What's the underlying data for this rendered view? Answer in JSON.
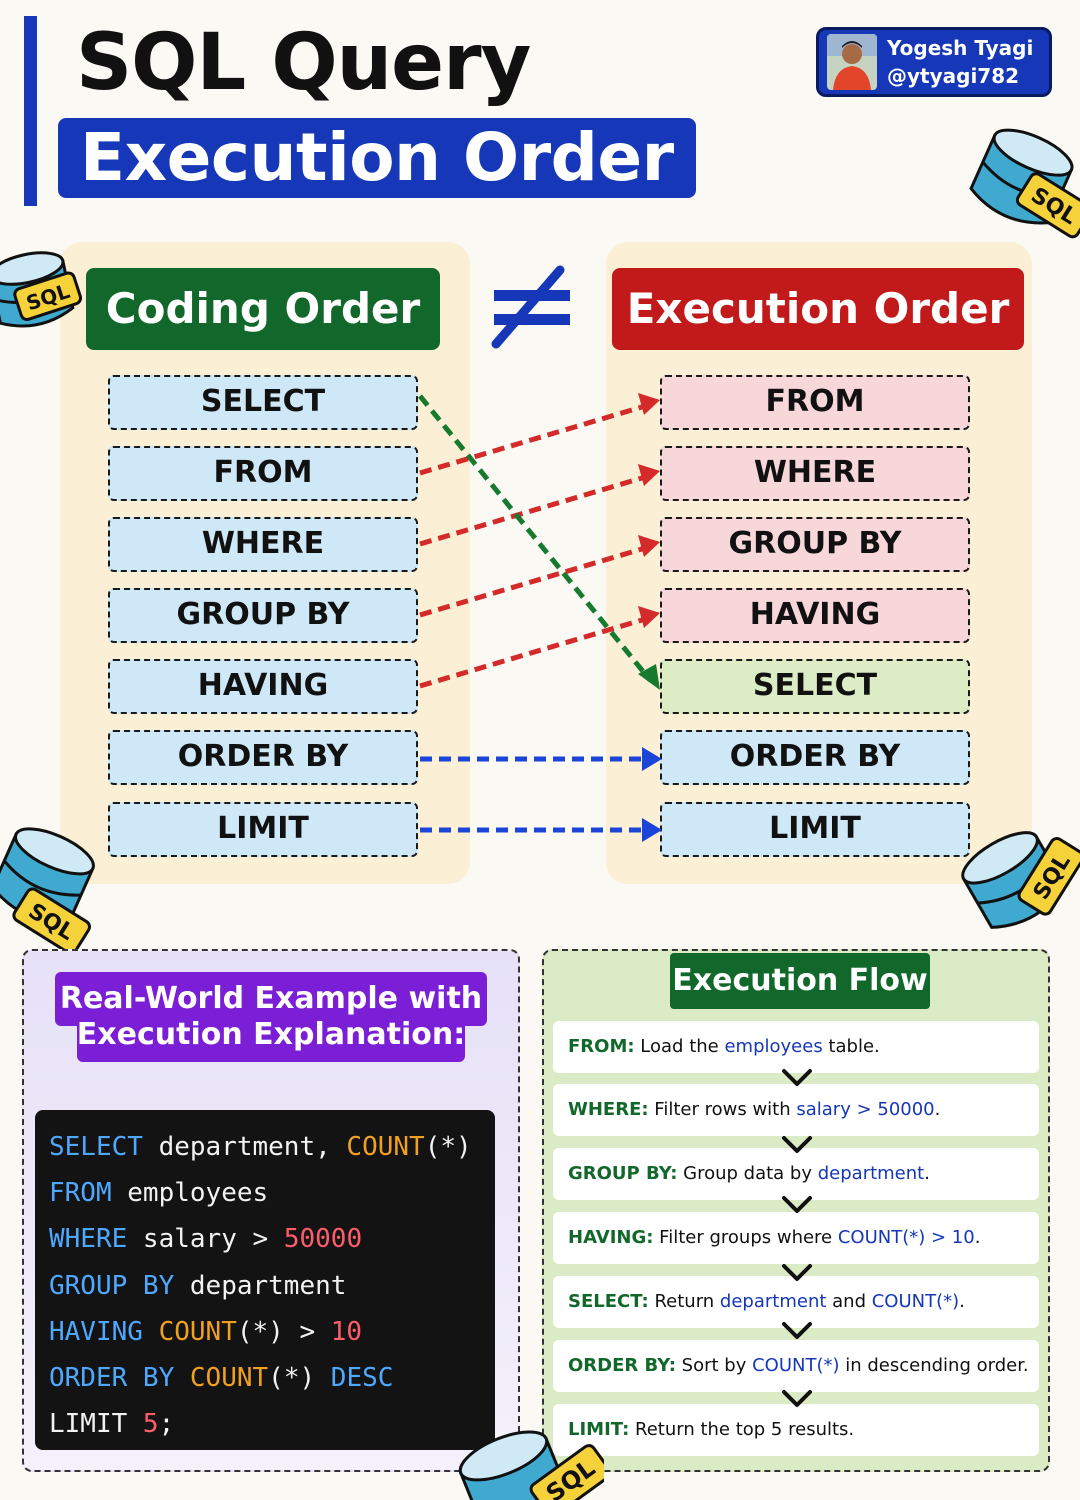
{
  "header": {
    "title_line1": "SQL Query",
    "title_line2": "Execution Order",
    "author_name": "Yogesh Tyagi",
    "author_handle": "@ytyagi782"
  },
  "coding_order": {
    "label": "Coding Order",
    "items": [
      "SELECT",
      "FROM",
      "WHERE",
      "GROUP BY",
      "HAVING",
      "ORDER BY",
      "LIMIT"
    ]
  },
  "execution_order": {
    "label": "Execution Order",
    "items": [
      "FROM",
      "WHERE",
      "GROUP BY",
      "HAVING",
      "SELECT",
      "ORDER BY",
      "LIMIT"
    ]
  },
  "not_equal_symbol": "≠",
  "sql_icon_label": "SQL",
  "example": {
    "title_line1": "Real-World Example with",
    "title_line2": "Execution Explanation:",
    "code_lines": [
      [
        {
          "t": "SELECT",
          "c": "kw"
        },
        {
          "t": " department, ",
          "c": "txt"
        },
        {
          "t": "COUNT",
          "c": "fn"
        },
        {
          "t": "(*)",
          "c": "txt"
        }
      ],
      [
        {
          "t": "FROM",
          "c": "kw"
        },
        {
          "t": " employees",
          "c": "txt"
        }
      ],
      [
        {
          "t": "WHERE",
          "c": "kw"
        },
        {
          "t": " salary > ",
          "c": "txt"
        },
        {
          "t": "50000",
          "c": "num"
        }
      ],
      [
        {
          "t": "GROUP BY",
          "c": "kw"
        },
        {
          "t": " department",
          "c": "txt"
        }
      ],
      [
        {
          "t": "HAVING",
          "c": "kw"
        },
        {
          "t": " ",
          "c": "txt"
        },
        {
          "t": "COUNT",
          "c": "fn"
        },
        {
          "t": "(*) > ",
          "c": "txt"
        },
        {
          "t": "10",
          "c": "num"
        }
      ],
      [
        {
          "t": "ORDER BY",
          "c": "kw"
        },
        {
          "t": " ",
          "c": "txt"
        },
        {
          "t": "COUNT",
          "c": "fn"
        },
        {
          "t": "(*) ",
          "c": "txt"
        },
        {
          "t": "DESC",
          "c": "kw"
        }
      ],
      [
        {
          "t": "LIMIT ",
          "c": "txt"
        },
        {
          "t": "5",
          "c": "num"
        },
        {
          "t": ";",
          "c": "txt"
        }
      ]
    ]
  },
  "execution_flow": {
    "title": "Execution Flow",
    "steps": [
      [
        {
          "t": "FROM:",
          "c": "lbl"
        },
        {
          "t": " Load the ",
          "c": ""
        },
        {
          "t": "employees",
          "c": "hl"
        },
        {
          "t": " table.",
          "c": ""
        }
      ],
      [
        {
          "t": "WHERE:",
          "c": "lbl"
        },
        {
          "t": " Filter rows with ",
          "c": ""
        },
        {
          "t": "salary > 50000",
          "c": "hl"
        },
        {
          "t": ".",
          "c": ""
        }
      ],
      [
        {
          "t": "GROUP BY:",
          "c": "lbl"
        },
        {
          "t": " Group data by ",
          "c": ""
        },
        {
          "t": "department",
          "c": "hl"
        },
        {
          "t": ".",
          "c": ""
        }
      ],
      [
        {
          "t": "HAVING:",
          "c": "lbl"
        },
        {
          "t": " Filter groups where ",
          "c": ""
        },
        {
          "t": "COUNT(*) > 10",
          "c": "hl"
        },
        {
          "t": ".",
          "c": ""
        }
      ],
      [
        {
          "t": "SELECT:",
          "c": "lbl"
        },
        {
          "t": " Return ",
          "c": ""
        },
        {
          "t": "department",
          "c": "hl"
        },
        {
          "t": " and ",
          "c": ""
        },
        {
          "t": "COUNT(*)",
          "c": "hl"
        },
        {
          "t": ".",
          "c": ""
        }
      ],
      [
        {
          "t": "ORDER BY:",
          "c": "lbl"
        },
        {
          "t": " Sort by ",
          "c": ""
        },
        {
          "t": "COUNT(*)",
          "c": "hl"
        },
        {
          "t": " in descending order.",
          "c": ""
        }
      ],
      [
        {
          "t": "LIMIT:",
          "c": "lbl"
        },
        {
          "t": " Return the top 5 results.",
          "c": ""
        }
      ]
    ]
  },
  "colors": {
    "brand_blue": "#1537b8",
    "coding_green": "#12682a",
    "execution_red": "#c21a1a",
    "example_purple": "#7a1fd6",
    "arrow_green": "#157a2e",
    "arrow_red": "#d42a2a",
    "arrow_blue": "#1a45d8"
  }
}
